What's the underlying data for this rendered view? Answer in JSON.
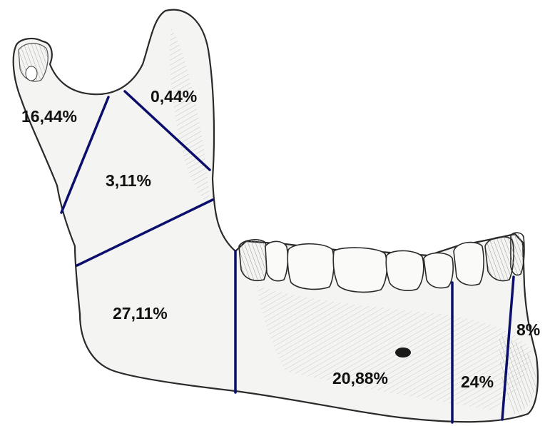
{
  "colors": {
    "background": "#ffffff",
    "bone_fill": "#f4f4f2",
    "bone_outline": "#2a2a2a",
    "shading": "#6e6e6e",
    "division_line": "#0b0f6b",
    "label_text": "#111111"
  },
  "regions": [
    {
      "id": "condyle",
      "label": "16,44%"
    },
    {
      "id": "coronoid",
      "label": "0,44%"
    },
    {
      "id": "ramus",
      "label": "3,11%"
    },
    {
      "id": "angle",
      "label": "27,11%"
    },
    {
      "id": "body",
      "label": "20,88%"
    },
    {
      "id": "parasymphysis",
      "label": "24%"
    },
    {
      "id": "symphysis",
      "label": "8%"
    }
  ]
}
